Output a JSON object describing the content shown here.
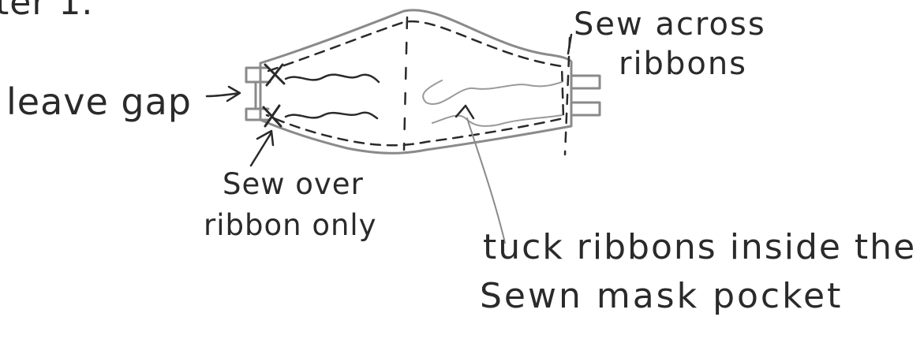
{
  "labels": {
    "top_fragment": "ter 1.",
    "leave_gap": "leave gap",
    "sew_across_line1": "Sew across",
    "sew_across_line2": "ribbons",
    "sew_over_line1": "Sew over",
    "sew_over_line2": "ribbon only",
    "tuck_line1": "tuck ribbons inside the",
    "tuck_line2": "Sewn mask pocket"
  },
  "colors": {
    "ink": "#2a2a2a",
    "pencil": "#8a8a8a",
    "background": "#ffffff"
  }
}
